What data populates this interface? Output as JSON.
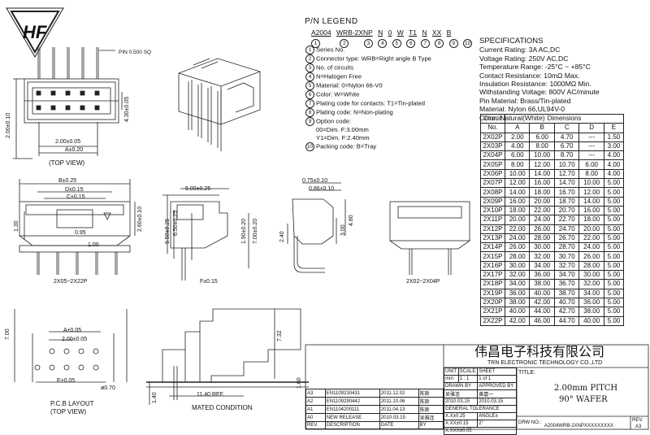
{
  "logo": {
    "text": "HF"
  },
  "pn_legend": {
    "title": "P/N  LEGEND",
    "code_parts": [
      "A2004",
      "WRB-2XNP",
      "N",
      "0",
      "W",
      "T1",
      "N",
      "XX",
      "B"
    ],
    "code_nums": [
      "1",
      "2",
      "3",
      "4",
      "5",
      "6",
      "7",
      "8",
      "9",
      "10"
    ],
    "items": [
      {
        "n": "1",
        "text": "Series No."
      },
      {
        "n": "2",
        "text": "Connector type: WRB=Right angle B Type"
      },
      {
        "n": "3",
        "text": "No. of circuits"
      },
      {
        "n": "4",
        "text": "N=Halogen Free"
      },
      {
        "n": "5",
        "text": "Material: 0=Nylon 66-V0"
      },
      {
        "n": "6",
        "text": "Color: W=White"
      },
      {
        "n": "7",
        "text": "Plating code for contacts: T1=Tin-plated"
      },
      {
        "n": "8",
        "text": "Plating code: N=Non-plating"
      },
      {
        "n": "9",
        "text": "Option code:"
      },
      {
        "n": "",
        "text": "00=Dim. F:3.00mm"
      },
      {
        "n": "",
        "text": "Y1=Dim. F:2.40mm"
      },
      {
        "n": "10",
        "text": "Packing code: B=Tray"
      }
    ]
  },
  "specs": {
    "title": "SPECIFICATIONS",
    "lines": [
      "Current Rating: 3A AC,DC",
      "Voltage Rating: 250V AC,DC",
      "Temperature Range: -25°C ~ +85°C",
      "Contact Resistance: 10mΩ Max.",
      "Insulation Resistance: 1000MΩ Min.",
      "Withstanding Voltage: 800V AC/minute",
      "Pin Material: Brass/Tin-plated",
      "Material: Nylon 66,UL94V-0",
      "Color: Natural(White)"
    ]
  },
  "dim_table": {
    "header1": [
      "Circuit",
      "Dimensions"
    ],
    "header2": [
      "No.",
      "A",
      "B",
      "C",
      "D",
      "E"
    ],
    "rows": [
      [
        "2X02P",
        "2.00",
        "6.00",
        "4.70",
        "---",
        "1.50"
      ],
      [
        "2X03P",
        "4.00",
        "8.00",
        "6.70",
        "---",
        "3.00"
      ],
      [
        "2X04P",
        "6.00",
        "10.00",
        "8.70",
        "---",
        "4.00"
      ],
      [
        "2X05P",
        "8.00",
        "12.00",
        "10.70",
        "6.00",
        "4.00"
      ],
      [
        "2X06P",
        "10.00",
        "14.00",
        "12.70",
        "8.00",
        "4.00"
      ],
      [
        "2X07P",
        "12.00",
        "16.00",
        "14.70",
        "10.00",
        "5.00"
      ],
      [
        "2X08P",
        "14.00",
        "18.00",
        "16.70",
        "12.00",
        "5.00"
      ],
      [
        "2X09P",
        "16.00",
        "20.00",
        "18.70",
        "14.00",
        "5.00"
      ],
      [
        "2X10P",
        "18.00",
        "22.00",
        "20.70",
        "16.00",
        "5.00"
      ],
      [
        "2X11P",
        "20.00",
        "24.00",
        "22.70",
        "18.00",
        "5.00"
      ],
      [
        "2X12P",
        "22.00",
        "26.00",
        "24.70",
        "20.00",
        "5.00"
      ],
      [
        "2X13P",
        "24.00",
        "28.00",
        "26.70",
        "22.00",
        "5.00"
      ],
      [
        "2X14P",
        "26.00",
        "30.00",
        "28.70",
        "24.00",
        "5.00"
      ],
      [
        "2X15P",
        "28.00",
        "32.00",
        "30.70",
        "26.00",
        "5.00"
      ],
      [
        "2X16P",
        "30.00",
        "34.00",
        "32.70",
        "28.00",
        "5.00"
      ],
      [
        "2X17P",
        "32.00",
        "36.00",
        "34.70",
        "30.00",
        "5.00"
      ],
      [
        "2X18P",
        "34.00",
        "38.00",
        "36.70",
        "32.00",
        "5.00"
      ],
      [
        "2X19P",
        "36.00",
        "40.00",
        "38.70",
        "34.00",
        "5.00"
      ],
      [
        "2X20P",
        "38.00",
        "42.00",
        "40.70",
        "36.00",
        "5.00"
      ],
      [
        "2X21P",
        "40.00",
        "44.00",
        "42.70",
        "38.00",
        "5.00"
      ],
      [
        "2X22P",
        "42.00",
        "46.00",
        "44.70",
        "40.00",
        "5.00"
      ]
    ]
  },
  "drawing_labels": {
    "pin_sq": "PIN 0.500 SQ",
    "top_view": "(TOP VIEW)",
    "dim_2_00_010": "2.00±0.10",
    "dim_2_00_005": "2.00±0.05",
    "dim_A_020": "A±0.20",
    "dim_4_30": "4.30±0.05",
    "dim_B_025": "B±0.25",
    "dim_D_015": "D±0.15",
    "dim_C_015": "C±0.15",
    "dim_2_60": "2.60±0.10",
    "dim_1_30": "1.30",
    "dim_0_95": "0.95",
    "dim_1_00": "1.00",
    "dim_5_00": "5.00±0.25",
    "dim_6_50": "6.50±0.25",
    "dim_9_50": "9.50±0.25",
    "dim_1_90": "1.90±0.20",
    "dim_7_00_020": "7.00±0.20",
    "dim_0_75": "0.75±0.10",
    "dim_0_86": "0.86±0.10",
    "dim_4_80": "4.80",
    "dim_3_00": "3.00",
    "dim_2_40": "2.40",
    "dim_F": "F±0.15",
    "view_2x05": "2X05~2X22P",
    "view_2x02": "2X02~2X04P",
    "dim_7_00": "7.00",
    "dim_A_005": "A±0.05",
    "dim_2_00_pcb": "2.00±0.05",
    "dim_E_005": "E±0.05",
    "dim_hole": "ø0.70",
    "pcb_layout": "P.C.B LAYOUT",
    "top_view2": "(TOP VIEW)",
    "dim_7_32": "7.32",
    "dim_1_60": "1.60",
    "dim_1_40": "1.40",
    "dim_11_40": "11.40 REF.",
    "mated": "MATED CONDITION"
  },
  "title_block": {
    "company_cn": "伟昌电子科技有限公司",
    "company_en": "TRN ELECTRONIC TECHNOLOGY CO.,LTD",
    "title_label": "TITLE:",
    "title_line1": "2.00mm PITCH",
    "title_line2": "90° WAFER",
    "unit_label": "UNIT",
    "scale_label": "SCALE",
    "sheet_label": "SHEET",
    "unit": "mm",
    "scale": "1 : 1",
    "sheet": "1 of 1",
    "drawn_by": "DRAWN BY",
    "approved_by": "APPROVED BY",
    "drawn_name": "吴雅连",
    "approved_name": "黄嘉一",
    "drawn_date": "2010.03.15",
    "approved_date": "2010.03.15",
    "general_tol": "GENERAL TOLERANCE",
    "tol1": "X.X±0.25",
    "tol2": "X.XX±0.15",
    "tol3": "X.XXX±0.05",
    "angle": "ANGLE±",
    "angle_val": "2°",
    "drw_no_label": "DRW NO.:",
    "drw_no": "A2004WRB-2XNPXXXXXXXXX",
    "rev_label": "REV.",
    "rev": "A3",
    "revisions": [
      {
        "rev": "A3",
        "ecn": "EN1109230431",
        "date": "2011.12.02",
        "by": "陈斯"
      },
      {
        "rev": "A2",
        "ecn": "EN1109290442",
        "date": "2011.10.06",
        "by": "陈斯"
      },
      {
        "rev": "A1",
        "ecn": "EN1104200111",
        "date": "2011.04.13",
        "by": "陈斯"
      },
      {
        "rev": "A0",
        "ecn": "NEW RELEASE",
        "date": "2010.03.15",
        "by": "吴雅连"
      }
    ],
    "rev_head": [
      "REV.",
      "DESCRIPTION",
      "DATE",
      "BY"
    ]
  }
}
